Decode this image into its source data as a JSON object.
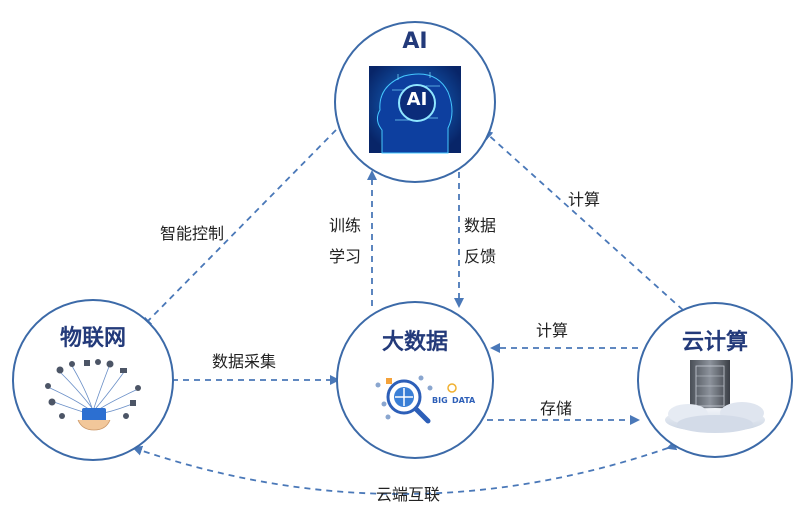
{
  "colors": {
    "circle": "#3c6aa8",
    "arrow": "#4a78b8",
    "title": "#233a7a"
  },
  "nodes": {
    "ai": {
      "title": "AI",
      "badge": "AI"
    },
    "iot": {
      "title": "物联网"
    },
    "bigdata": {
      "title": "大数据",
      "big": "BIG",
      "data": "DATA"
    },
    "cloud": {
      "title": "云计算"
    }
  },
  "edges": {
    "ai_to_iot": "智能控制",
    "bigdata_to_ai_1": "训练",
    "bigdata_to_ai_2": "学习",
    "ai_to_bigdata_1": "数据",
    "ai_to_bigdata_2": "反馈",
    "cloud_to_ai": "计算",
    "iot_to_bigdata": "数据采集",
    "cloud_to_bigdata": "计算",
    "bigdata_to_cloud": "存储",
    "cloud_iot": "云端互联"
  }
}
